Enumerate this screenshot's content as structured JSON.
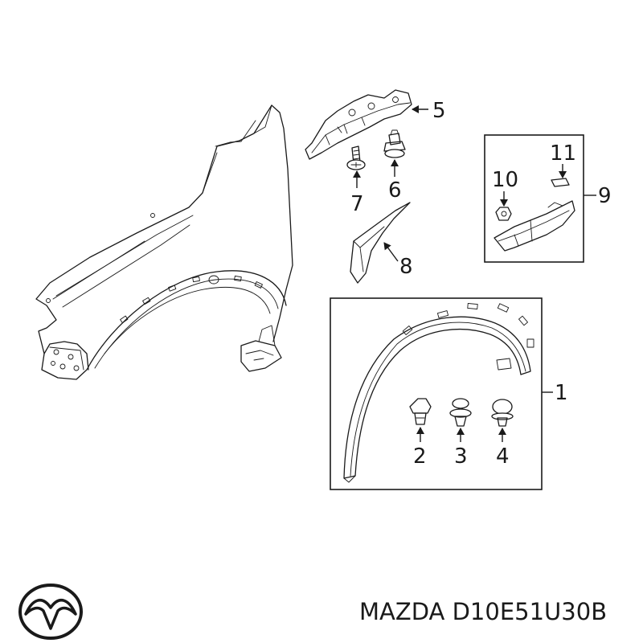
{
  "diagram": {
    "callouts": [
      {
        "id": "1",
        "label": "1"
      },
      {
        "id": "2",
        "label": "2"
      },
      {
        "id": "3",
        "label": "3"
      },
      {
        "id": "4",
        "label": "4"
      },
      {
        "id": "5",
        "label": "5"
      },
      {
        "id": "6",
        "label": "6"
      },
      {
        "id": "7",
        "label": "7"
      },
      {
        "id": "8",
        "label": "8"
      },
      {
        "id": "9",
        "label": "9"
      },
      {
        "id": "10",
        "label": "10"
      },
      {
        "id": "11",
        "label": "11"
      }
    ]
  },
  "footer": {
    "part_code": "MAZDA D10E51U30B",
    "logo_icon": "mazda-logo-icon"
  },
  "colors": {
    "line": "#1a1a1a",
    "background": "#ffffff"
  }
}
